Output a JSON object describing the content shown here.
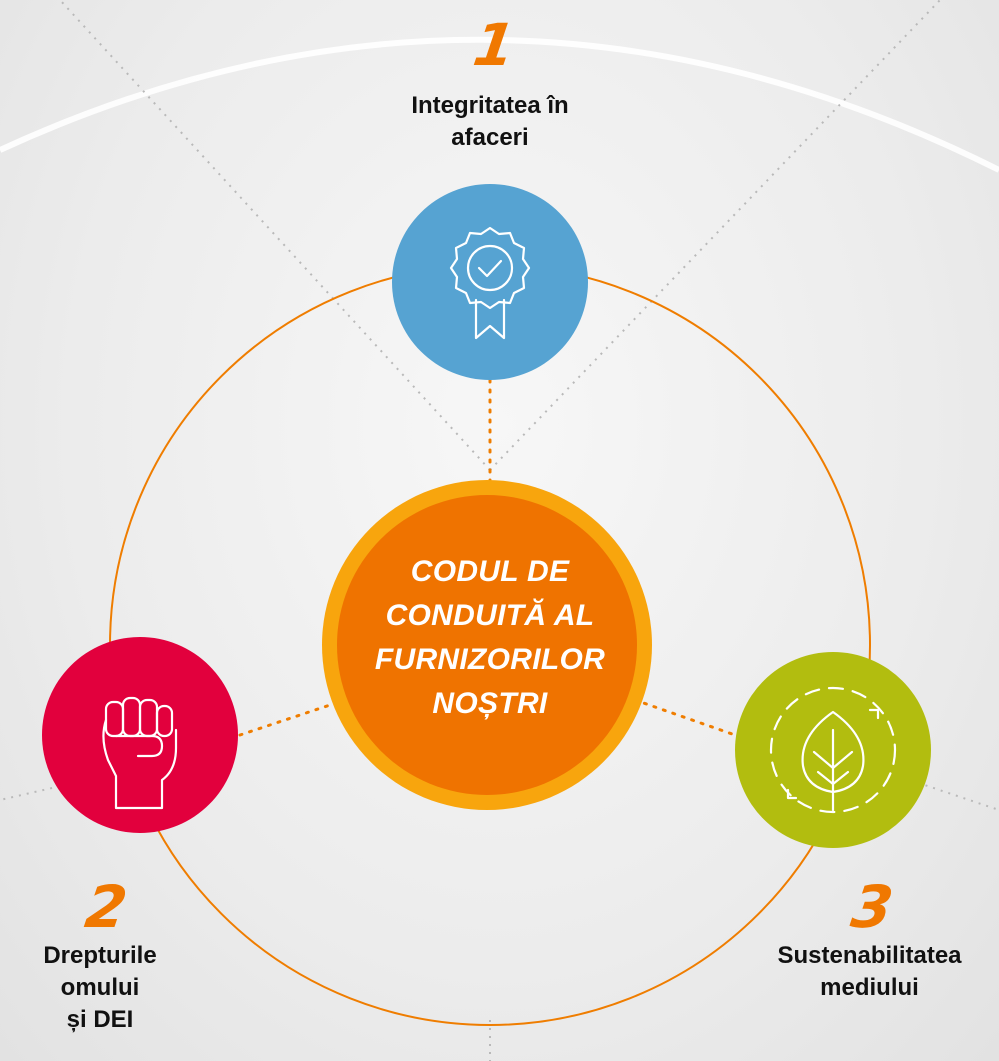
{
  "center": {
    "line1": "CODUL DE",
    "line2": "CONDUITĂ AL",
    "line3": "FURNIZORILOR",
    "line4": "NOȘTRI"
  },
  "items": [
    {
      "number": "1",
      "label_line1": "Integritatea în",
      "label_line2": "afaceri",
      "icon": "award-badge-icon",
      "color": "#56a3d2"
    },
    {
      "number": "2",
      "label_line1": "Drepturile",
      "label_line2": "omului",
      "label_line3": "și DEI",
      "icon": "raised-fist-icon",
      "color": "#e2003d"
    },
    {
      "number": "3",
      "label_line1": "Sustenabilitatea",
      "label_line2": "mediului",
      "icon": "leaf-cycle-icon",
      "color": "#b2bd0f"
    }
  ],
  "colors": {
    "ring": "#ef7d00",
    "center_fill": "#ef7300",
    "center_border": "#f8a50d",
    "accent_number": "#f07800"
  }
}
